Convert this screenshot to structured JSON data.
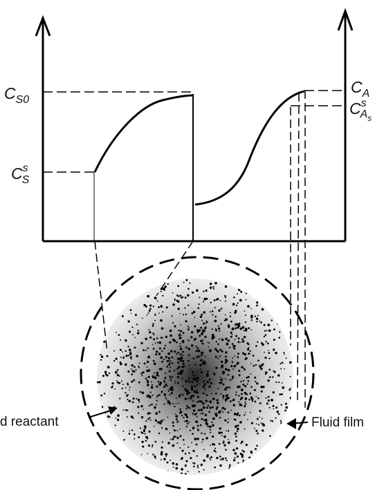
{
  "labels": {
    "cs0_main": "C",
    "cs0_sub": "S0",
    "css_main": "C",
    "css_sup": "s",
    "css_sub": "S",
    "ca_main": "C",
    "ca_sub": "A",
    "cas_main": "C",
    "cas_sup": "s",
    "cas_sub": "A",
    "cas_subsub": "s",
    "solid_reactant": "d reactant",
    "fluid_film": "Fluid film"
  }
}
